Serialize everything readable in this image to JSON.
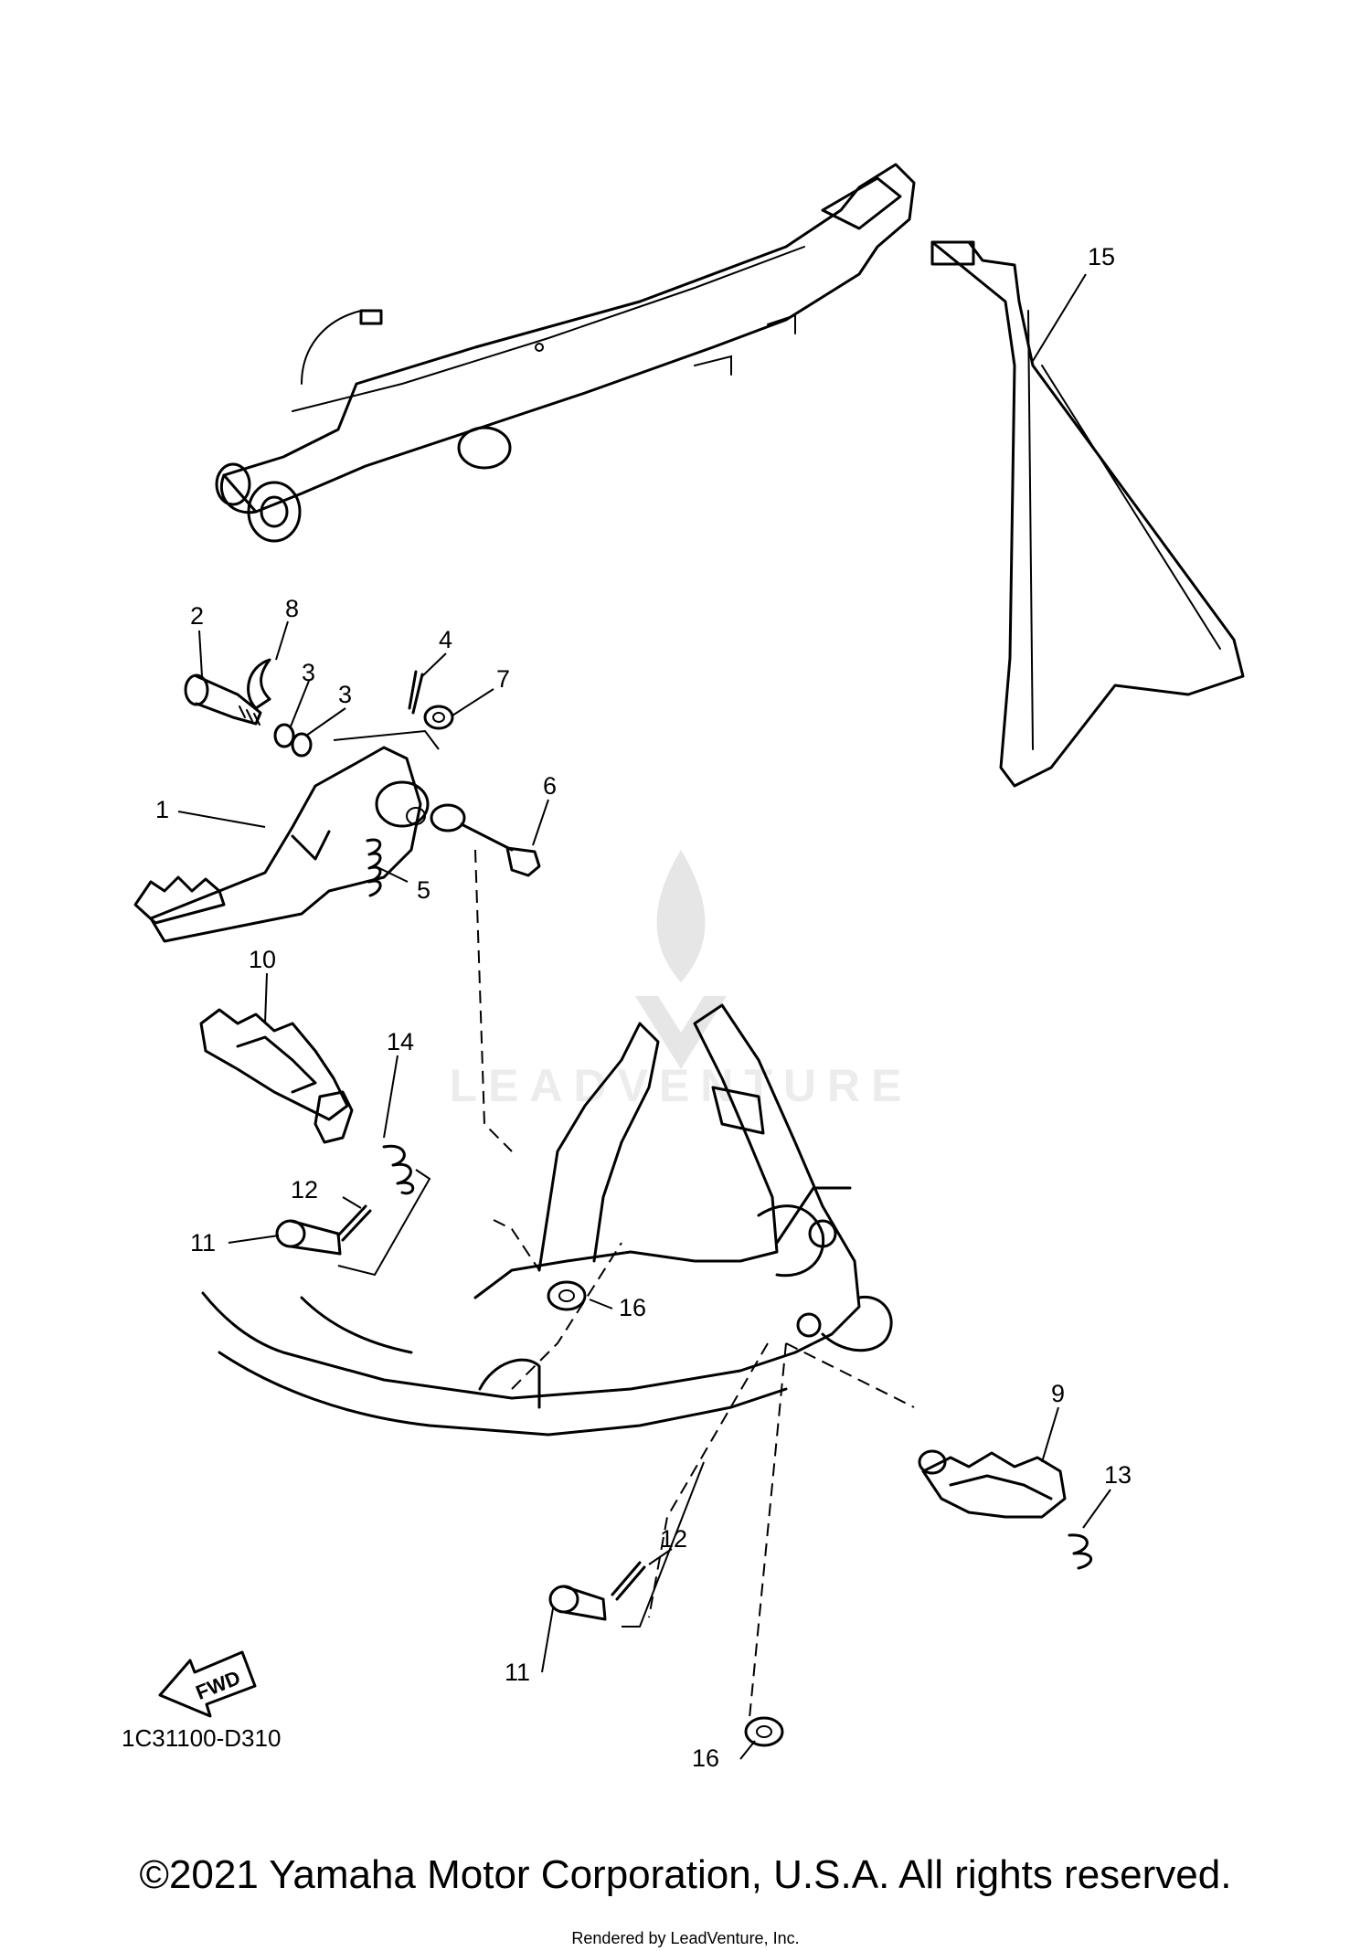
{
  "diagram": {
    "diagram_code": "1C31100-D310",
    "fwd_label": "FWD",
    "watermark_text": "LEADVENTURE",
    "callouts": {
      "c1": "1",
      "c2": "2",
      "c3a": "3",
      "c3b": "3",
      "c4": "4",
      "c5": "5",
      "c6": "6",
      "c7": "7",
      "c8": "8",
      "c9": "9",
      "c10": "10",
      "c11a": "11",
      "c11b": "11",
      "c12a": "12",
      "c12b": "12",
      "c13": "13",
      "c14": "14",
      "c15": "15",
      "c16a": "16",
      "c16b": "16"
    }
  },
  "footer": {
    "copyright": "©2021 Yamaha Motor Corporation, U.S.A. All rights reserved.",
    "rendered_by": "Rendered by LeadVenture, Inc."
  }
}
